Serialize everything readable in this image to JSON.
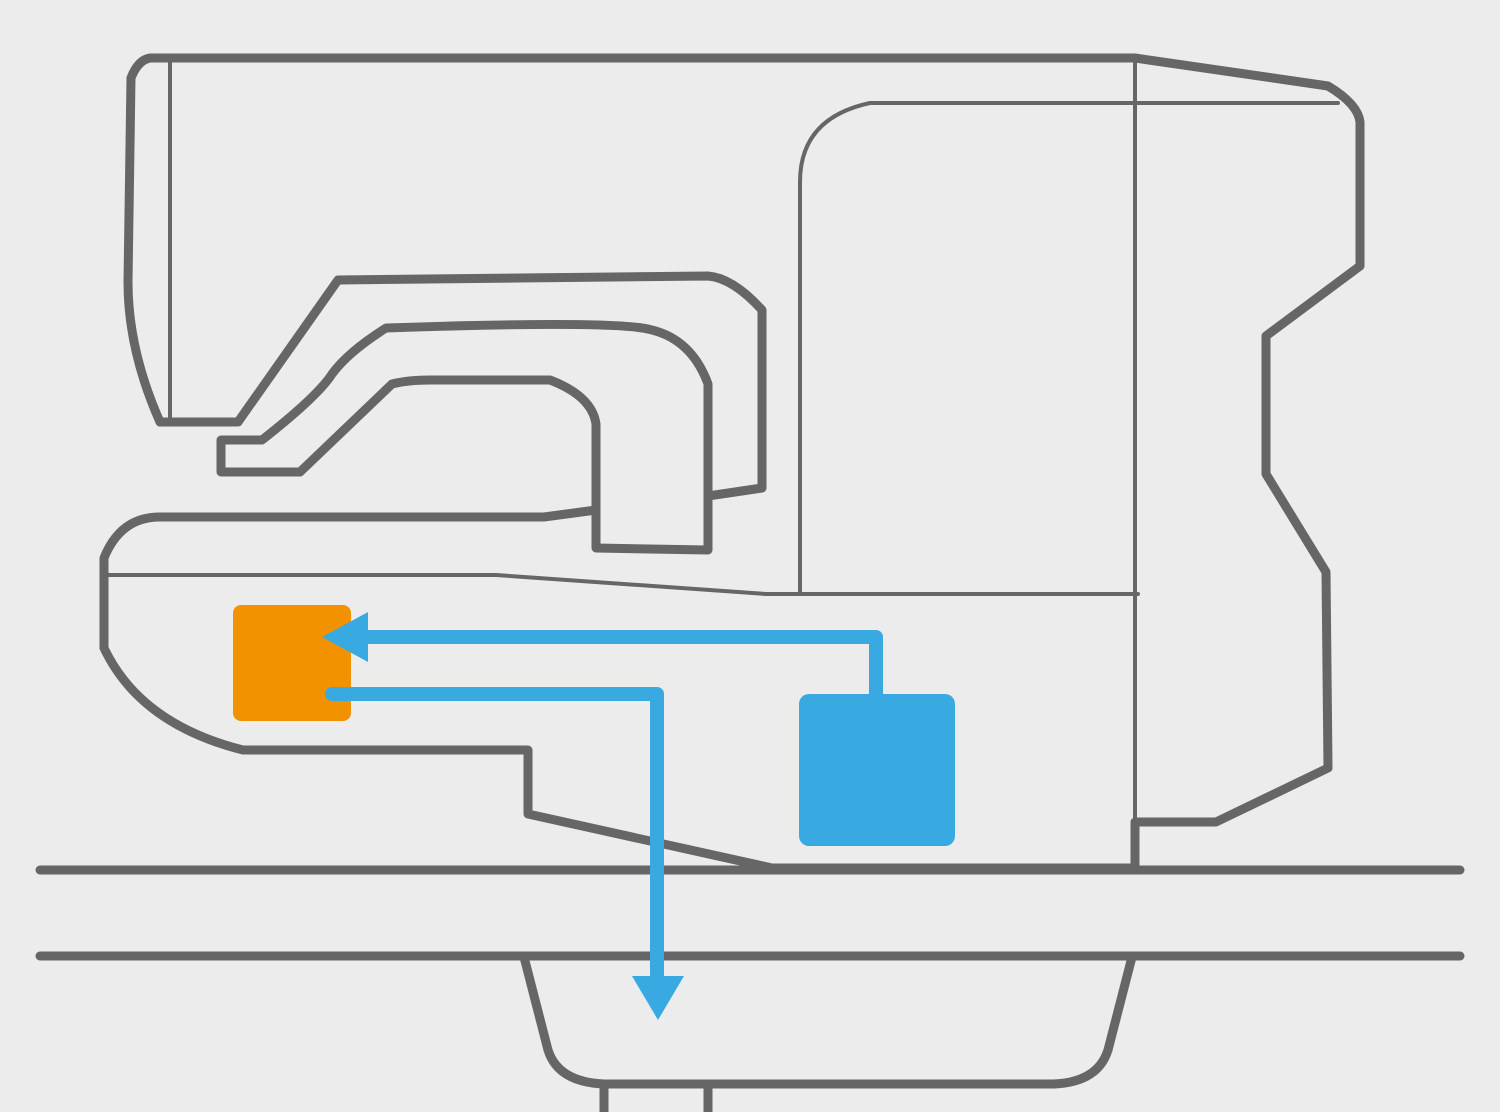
{
  "diagram": {
    "background_color": "#ececec",
    "outline_color": "#666666",
    "component_colors": {
      "source_block": "#38aae1",
      "target_block": "#f39200",
      "flow_arrows": "#38aae1"
    },
    "components": [
      {
        "id": "machine-body",
        "kind": "outline"
      },
      {
        "id": "source-block",
        "kind": "filled-square",
        "color": "#38aae1"
      },
      {
        "id": "target-block",
        "kind": "filled-square",
        "color": "#f39200"
      },
      {
        "id": "table-surface",
        "kind": "outline"
      },
      {
        "id": "drain-basin",
        "kind": "outline"
      }
    ],
    "flows": [
      {
        "from": "source-block",
        "to": "target-block",
        "color": "#38aae1"
      },
      {
        "from": "target-block",
        "to": "drain-basin",
        "color": "#38aae1"
      }
    ]
  }
}
